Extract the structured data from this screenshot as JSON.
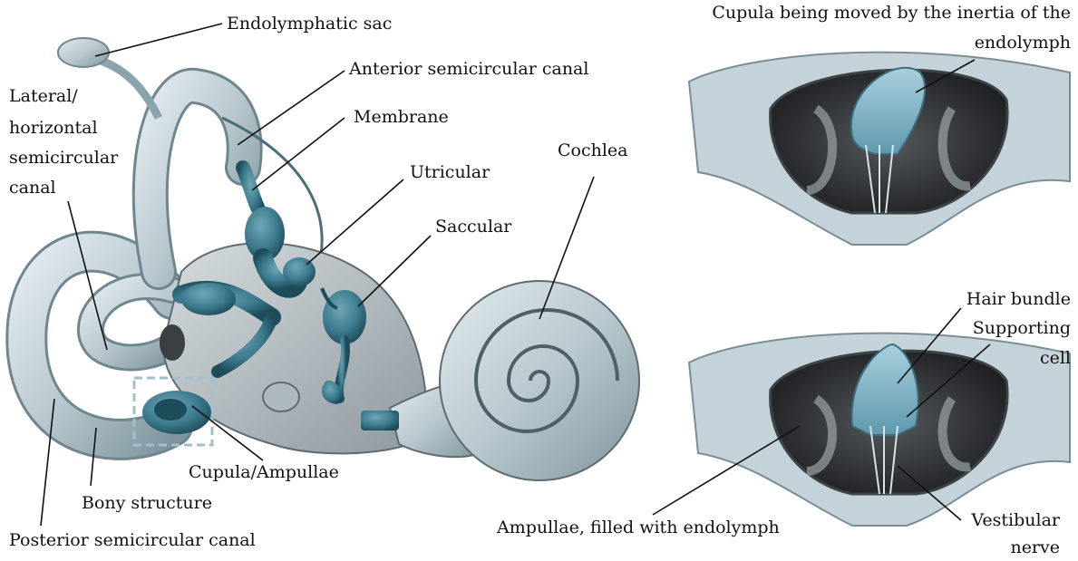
{
  "labels": {
    "endolymphatic_sac": "Endolymphatic sac",
    "anterior_canal": "Anterior semicircular canal",
    "membrane": "Membrane",
    "lateral_canal": [
      "Lateral/",
      "horizontal",
      "semicircular",
      "canal"
    ],
    "utricular": "Utricular",
    "saccular": "Saccular",
    "cochlea": "Cochlea",
    "cupula_ampullae": "Cupula/Ampullae",
    "bony_structure": "Bony structure",
    "posterior_canal": "Posterior semicircular canal",
    "cupula_moved": [
      "Cupula being moved by the inertia of the",
      "endolymph"
    ],
    "hair_bundle": "Hair bundle",
    "supporting_cell": [
      "Supporting",
      "cell"
    ],
    "ampullae_filled": "Ampullae, filled with endolymph",
    "vestibular_nerve": [
      "Vestibular",
      "nerve"
    ]
  },
  "colors": {
    "bone_light": "#c9d6dc",
    "bone_mid": "#9fb3bc",
    "membrane_teal": "#3f7f93",
    "membrane_dark": "#1f4f5e",
    "cavity_dark": "#2a2d30",
    "cupula_blue": "#7fb4c8"
  }
}
